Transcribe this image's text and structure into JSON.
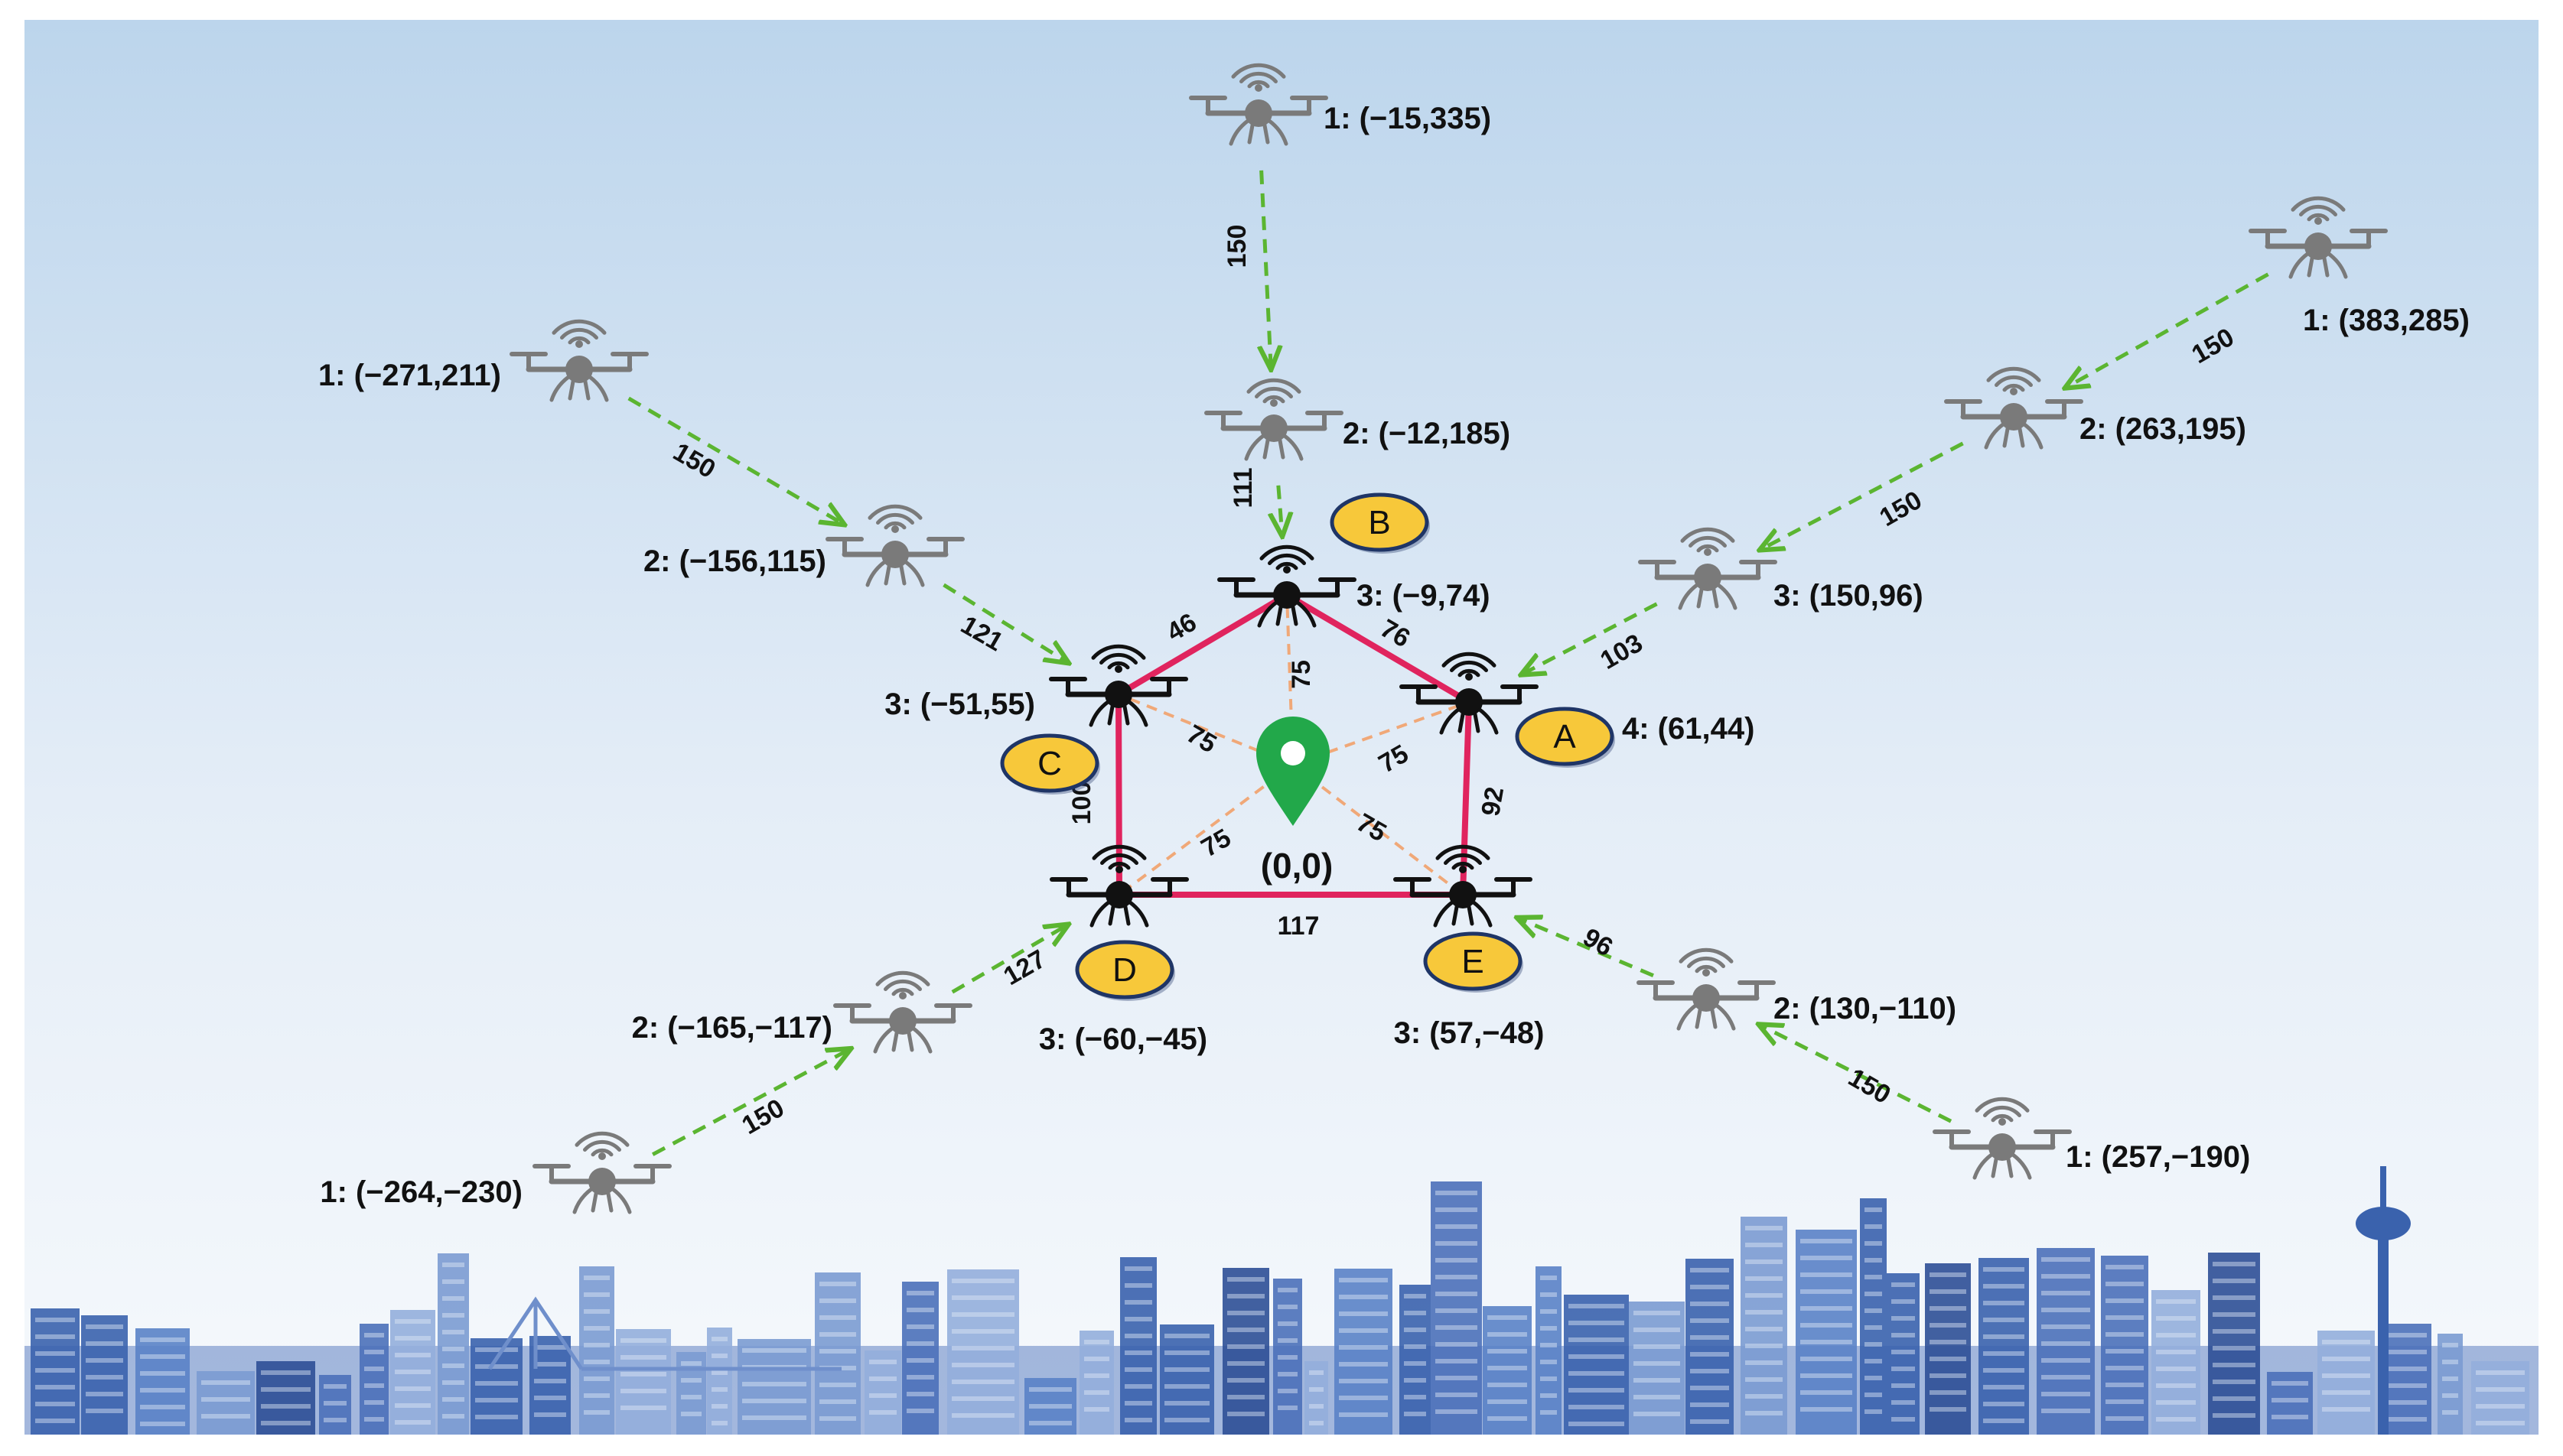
{
  "origin": {
    "label": "(0,0)"
  },
  "colors": {
    "formation_edge": "#e0245e",
    "approach_arrow": "#5bb531",
    "radius_line": "#f0a878",
    "active_drone": "#111111",
    "ghost_drone": "#7a7a7a",
    "badge_fill": "#f7c83a",
    "badge_stroke": "#1f3566",
    "pin": "#22a84a",
    "sky_top": "#c3d9ee",
    "sky_bottom": "#f2f6fb",
    "skyline": "#3f66b0"
  },
  "drones": [
    {
      "id": "t1",
      "label": "1: (−15,335)",
      "active": false
    },
    {
      "id": "t2",
      "label": "2: (−12,185)",
      "active": false
    },
    {
      "id": "B",
      "label": "3: (−9,74)",
      "active": true,
      "badge": "B"
    },
    {
      "id": "l1",
      "label": "1: (−271,211)",
      "active": false
    },
    {
      "id": "l2",
      "label": "2: (−156,115)",
      "active": false
    },
    {
      "id": "C",
      "label": "3: (−51,55)",
      "active": true,
      "badge": "C"
    },
    {
      "id": "r1",
      "label": "1: (383,285)",
      "active": false
    },
    {
      "id": "r2",
      "label": "2: (263,195)",
      "active": false
    },
    {
      "id": "r3",
      "label": "3: (150,96)",
      "active": false
    },
    {
      "id": "A",
      "label": "4: (61,44)",
      "active": true,
      "badge": "A"
    },
    {
      "id": "bl1",
      "label": "1: (−264,−230)",
      "active": false
    },
    {
      "id": "bl2",
      "label": "2: (−165,−117)",
      "active": false
    },
    {
      "id": "D",
      "label": "3: (−60,−45)",
      "active": true,
      "badge": "D"
    },
    {
      "id": "br1",
      "label": "1: (257,−190)",
      "active": false
    },
    {
      "id": "br2",
      "label": "2: (130,−110)",
      "active": false
    },
    {
      "id": "E",
      "label": "3: (57,−48)",
      "active": true,
      "badge": "E"
    }
  ],
  "formation_edges": [
    {
      "from": "C",
      "to": "B",
      "length": "46"
    },
    {
      "from": "B",
      "to": "A",
      "length": "76"
    },
    {
      "from": "A",
      "to": "E",
      "length": "92"
    },
    {
      "from": "D",
      "to": "E",
      "length": "117"
    },
    {
      "from": "C",
      "to": "D",
      "length": "100"
    }
  ],
  "radius_lines": [
    {
      "to": "B",
      "length": "75"
    },
    {
      "to": "C",
      "length": "75"
    },
    {
      "to": "A",
      "length": "75"
    },
    {
      "to": "D",
      "length": "75"
    },
    {
      "to": "E",
      "length": "75"
    }
  ],
  "approach_paths": [
    {
      "from": "t1",
      "to": "t2",
      "length": "150"
    },
    {
      "from": "t2",
      "to": "B",
      "length": "111"
    },
    {
      "from": "l1",
      "to": "l2",
      "length": "150"
    },
    {
      "from": "l2",
      "to": "C",
      "length": "121"
    },
    {
      "from": "r1",
      "to": "r2",
      "length": "150"
    },
    {
      "from": "r2",
      "to": "r3",
      "length": "150"
    },
    {
      "from": "r3",
      "to": "A",
      "length": "103"
    },
    {
      "from": "bl1",
      "to": "bl2",
      "length": "150"
    },
    {
      "from": "bl2",
      "to": "D",
      "length": "127"
    },
    {
      "from": "br1",
      "to": "br2",
      "length": "150"
    },
    {
      "from": "br2",
      "to": "E",
      "length": "96"
    }
  ]
}
